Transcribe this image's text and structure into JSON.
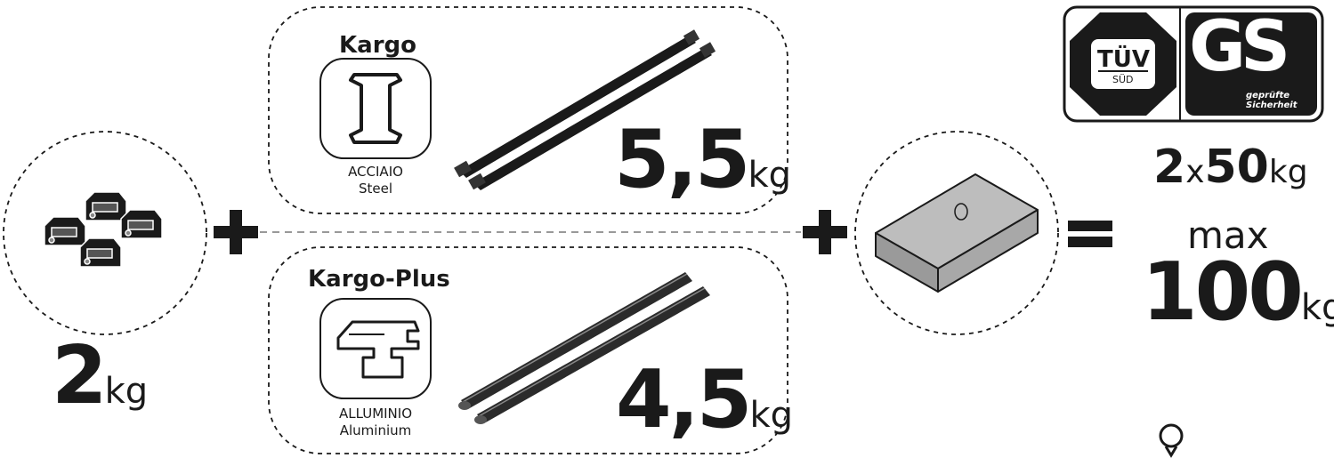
{
  "feet": {
    "weight": "2",
    "unit": "kg"
  },
  "kargo": {
    "name": "Kargo",
    "material_it": "ACCIAIO",
    "material_en": "Steel",
    "weight": "5,5",
    "unit": "kg"
  },
  "kargo_plus": {
    "name": "Kargo-Plus",
    "material_it": "ALLUMINIO",
    "material_en": "Aluminium",
    "weight": "4,5",
    "unit": "kg"
  },
  "symbols": {
    "plus1": "+",
    "plus2": "+",
    "equals": "="
  },
  "certification": {
    "tuv": "TÜV",
    "sud": "SÜD",
    "gs": "GS",
    "gs_line1": "geprüfte",
    "gs_line2": "Sicherheit"
  },
  "load": {
    "count": "2",
    "x": "x",
    "per": "50",
    "unit": "kg",
    "max_label": "max",
    "max_value": "100",
    "max_unit": "kg"
  },
  "colors": {
    "ink": "#1a1a1a",
    "box_fill": "#b3b3b3",
    "dash_line": "#999999"
  },
  "icons": [
    "roof-rack-feet-icon",
    "steel-profile-icon",
    "steel-bars-icon",
    "aluminium-profile-icon",
    "aluminium-bars-icon",
    "load-box-icon",
    "tuv-gs-seal-icon",
    "tie-down-ring-icon"
  ]
}
